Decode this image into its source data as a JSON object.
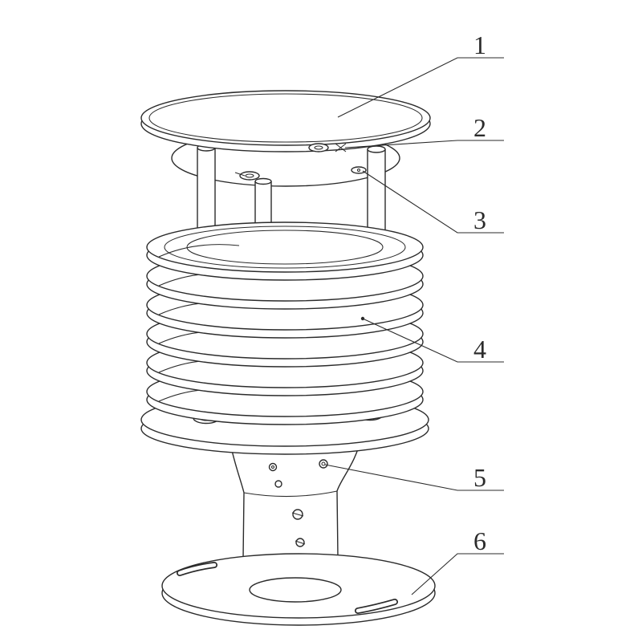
{
  "figure": {
    "type": "technical-line-drawing",
    "subject": "louvered radiation shield / weather sensor housing exploded-style view",
    "callouts": [
      {
        "label": "1"
      },
      {
        "label": "2"
      },
      {
        "label": "3"
      },
      {
        "label": "4"
      },
      {
        "label": "5"
      },
      {
        "label": "6"
      }
    ],
    "colors": {
      "line": "#2b2b2b",
      "background": "#ffffff"
    }
  }
}
